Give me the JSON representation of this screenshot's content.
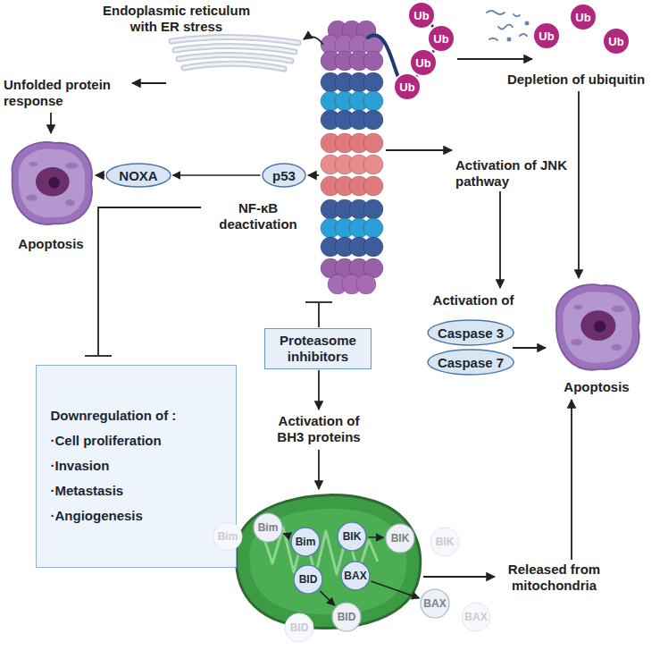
{
  "diagram": {
    "nodes": [
      {
        "text": [
          "Ub"
        ]
      },
      {
        "text": [
          "Ub"
        ]
      },
      {
        "text": [
          "Ub"
        ]
      },
      {
        "text": [
          "Ub"
        ]
      },
      {
        "text": [
          "Ub"
        ]
      },
      {
        "text": [
          "Ub"
        ]
      },
      {
        "text": [
          "Ub"
        ]
      },
      {
        "text": [
          "NOXA"
        ]
      },
      {
        "text": [
          "p53"
        ]
      },
      {
        "text": [
          "Caspase 3"
        ]
      },
      {
        "text": [
          "Caspase 7"
        ]
      },
      {
        "text": [
          "Proteasome inhibitors"
        ]
      },
      {
        "text": [
          "Downregulation of :",
          "·Cell proliferation",
          "·Invasion",
          "·Metastasis",
          "·Angiogenesis"
        ]
      },
      {
        "text": [
          "Bim"
        ]
      },
      {
        "text": [
          "Bim"
        ]
      },
      {
        "text": [
          "Bim"
        ]
      },
      {
        "text": [
          "BIK"
        ]
      },
      {
        "text": [
          "BIK"
        ]
      },
      {
        "text": [
          "BIK"
        ]
      },
      {
        "text": [
          "BID"
        ]
      },
      {
        "text": [
          "BAX"
        ]
      },
      {
        "text": [
          "BID"
        ]
      },
      {
        "text": [
          "BID"
        ]
      },
      {
        "text": [
          "BAX"
        ]
      },
      {
        "text": [
          "BAX"
        ]
      }
    ],
    "edges": [
      {
        "from": 8,
        "to": 7,
        "arrow": "to"
      },
      {
        "from": 15,
        "to": 14,
        "arrow": "to"
      },
      {
        "from": 16,
        "to": 17,
        "arrow": "to"
      },
      {
        "from": 19,
        "to": 21,
        "arrow": "to"
      },
      {
        "from": 20,
        "to": 23,
        "arrow": "to"
      }
    ],
    "labels": [
      "Endoplasmic reticulum with ER stress",
      "Unfolded protein response",
      "Depletion of ubiquitin",
      "Activation of JNK pathway",
      "Apoptosis",
      "NF-κB deactivation",
      "Activation of",
      "Apoptosis",
      "Activation of BH3 proteins",
      "Released from mitochondria"
    ]
  }
}
